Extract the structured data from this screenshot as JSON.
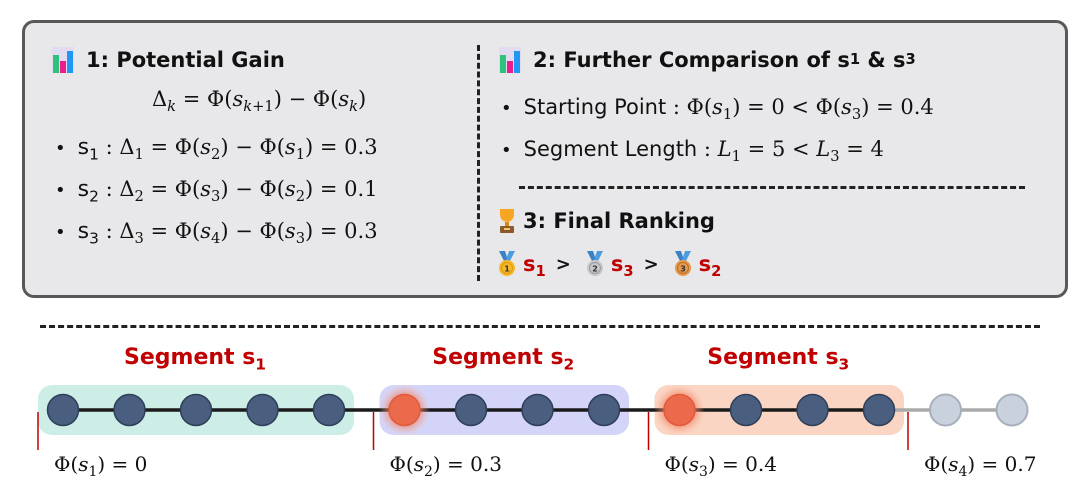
{
  "panel": {
    "section1": {
      "icon": "bar-chart-icon",
      "title": "1: Potential Gain",
      "formula": {
        "lhs": "Δ",
        "lhs_sub": "k",
        "rhs": "= Φ(s_{k+1}) − Φ(s_k)"
      },
      "items": [
        {
          "seg": "s",
          "seg_sub": "1",
          "delta_sub": "1",
          "a_sub": "2",
          "b_sub": "1",
          "value": "0.3"
        },
        {
          "seg": "s",
          "seg_sub": "2",
          "delta_sub": "2",
          "a_sub": "3",
          "b_sub": "2",
          "value": "0.1"
        },
        {
          "seg": "s",
          "seg_sub": "3",
          "delta_sub": "3",
          "a_sub": "4",
          "b_sub": "3",
          "value": "0.3"
        }
      ]
    },
    "section2": {
      "icon": "bar-chart-icon",
      "title_prefix": "2: Further Comparison of s",
      "title_sub1": "1",
      "title_mid": " & s",
      "title_sub2": "3",
      "starting_point": {
        "label": "Starting Point",
        "left_sub": "1",
        "left_val": "0",
        "right_sub": "3",
        "right_val": "0.4"
      },
      "segment_length": {
        "label": "Segment Length",
        "left_sub": "1",
        "left_val": "5",
        "right_sub": "3",
        "right_val": "4"
      }
    },
    "section3": {
      "icon": "trophy-icon",
      "title": "3: Final Ranking",
      "ranking": [
        {
          "medal": "gold-medal-icon",
          "medal_number": "1",
          "seg": "s",
          "sub": "1"
        },
        {
          "medal": "silver-medal-icon",
          "medal_number": "2",
          "seg": "s",
          "sub": "3"
        },
        {
          "medal": "bronze-medal-icon",
          "medal_number": "3",
          "seg": "s",
          "sub": "2"
        }
      ],
      "separator": ">"
    }
  },
  "timeline": {
    "segments": [
      {
        "title": "Segment s",
        "sub": "1",
        "length": 5,
        "color": "#cdeee6",
        "phi_label_sub": "1",
        "phi_value": "0"
      },
      {
        "title": "Segment s",
        "sub": "2",
        "length": 4,
        "color": "#d4d4f8",
        "phi_label_sub": "2",
        "phi_value": "0.3"
      },
      {
        "title": "Segment s",
        "sub": "3",
        "length": 4,
        "color": "#fad5c4",
        "phi_label_sub": "3",
        "phi_value": "0.4"
      }
    ],
    "trailing": {
      "phi_label_sub": "4",
      "phi_value": "0.7",
      "node_count": 2
    },
    "colors": {
      "node": "#4a5f80",
      "node_start": "#ec6a4c",
      "node_future": "#c9d1dd",
      "edge": "#1a1a1a",
      "edge_future": "#aaaaaa",
      "marker": "#c00000",
      "title": "#c00000"
    }
  }
}
